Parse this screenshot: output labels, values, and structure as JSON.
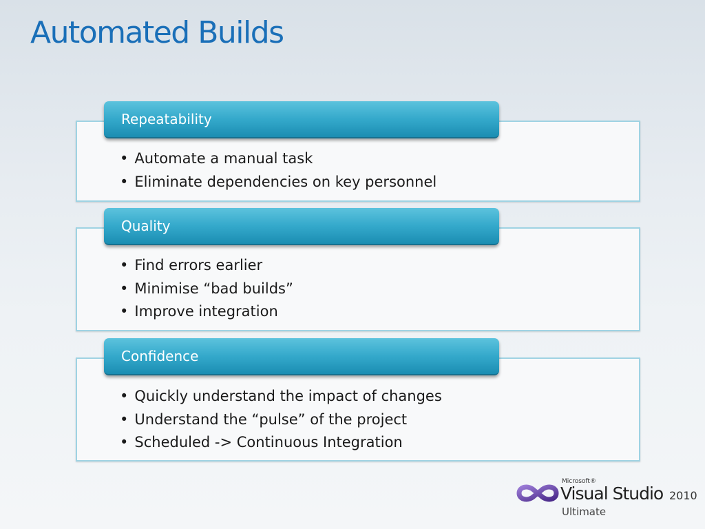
{
  "slide": {
    "title": "Automated Builds"
  },
  "sections": [
    {
      "heading": "Repeatability",
      "bullets": [
        "Automate a manual task",
        "Eliminate dependencies on key personnel"
      ]
    },
    {
      "heading": "Quality",
      "bullets": [
        "Find errors earlier",
        "Minimise “bad builds”",
        "Improve integration"
      ]
    },
    {
      "heading": "Confidence",
      "bullets": [
        "Quickly understand the impact of changes",
        "Understand the “pulse” of the project",
        "Scheduled -> Continuous Integration"
      ]
    }
  ],
  "logo": {
    "company": "Microsoft®",
    "product": "Visual Studio",
    "year": "2010",
    "edition": "Ultimate"
  },
  "colors": {
    "title": "#1a6fb8",
    "header_fill": "#34a9cb",
    "panel_border": "#9fd3e3"
  }
}
